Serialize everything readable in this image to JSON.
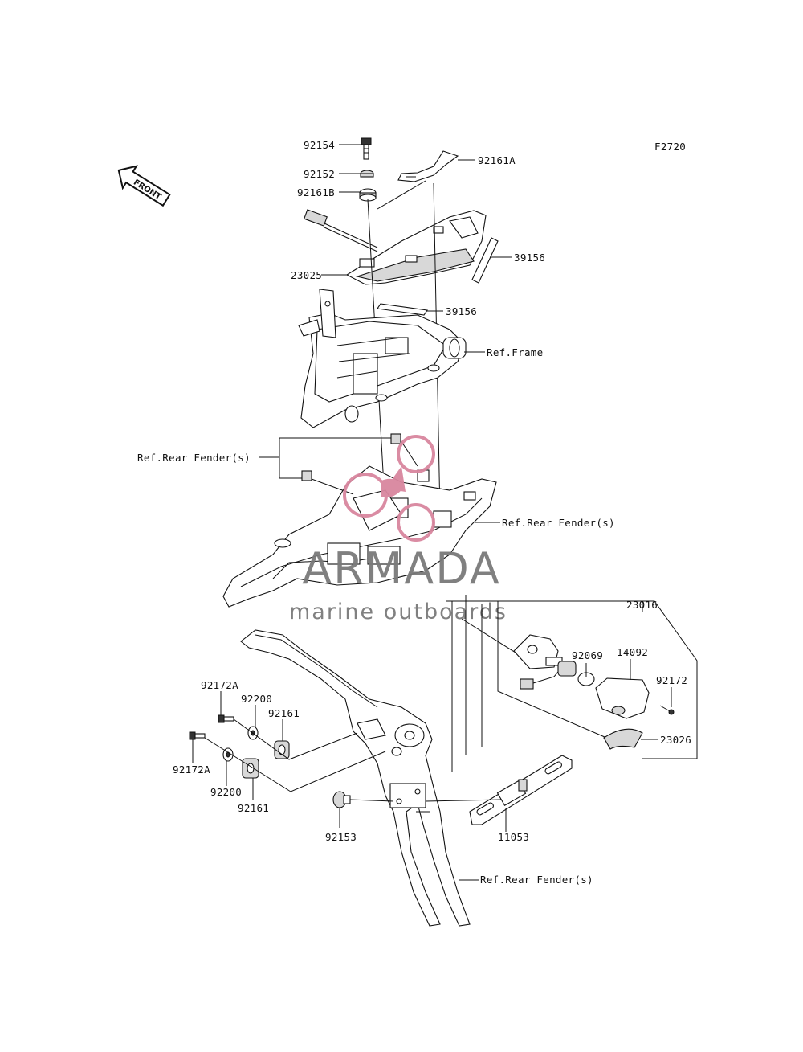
{
  "diagram_code": "F2720",
  "front_label": "FRONT",
  "parts": {
    "p92154": "92154",
    "p92152": "92152",
    "p92161B": "92161B",
    "p92161A": "92161A",
    "p39156_top": "39156",
    "p23025": "23025",
    "p39156_mid": "39156",
    "ref_frame": "Ref.Frame",
    "ref_rear_fender_left": "Ref.Rear Fender(s)",
    "ref_rear_fender_right": "Ref.Rear Fender(s)",
    "p23016": "23016",
    "p92069": "92069",
    "p14092": "14092",
    "p92172": "92172",
    "p23026": "23026",
    "p92172A_top": "92172A",
    "p92200_top": "92200",
    "p92161_top": "92161",
    "p92172A_bottom": "92172A",
    "p92200_bottom": "92200",
    "p92161_bottom": "92161",
    "p92153": "92153",
    "p11053": "11053",
    "ref_rear_fender_bottom": "Ref.Rear Fender(s)"
  },
  "watermark": {
    "brand": "ARMADA",
    "tagline": "marine outboards",
    "accent_color": "#d9869f",
    "text_color": "#7a7a7a"
  }
}
